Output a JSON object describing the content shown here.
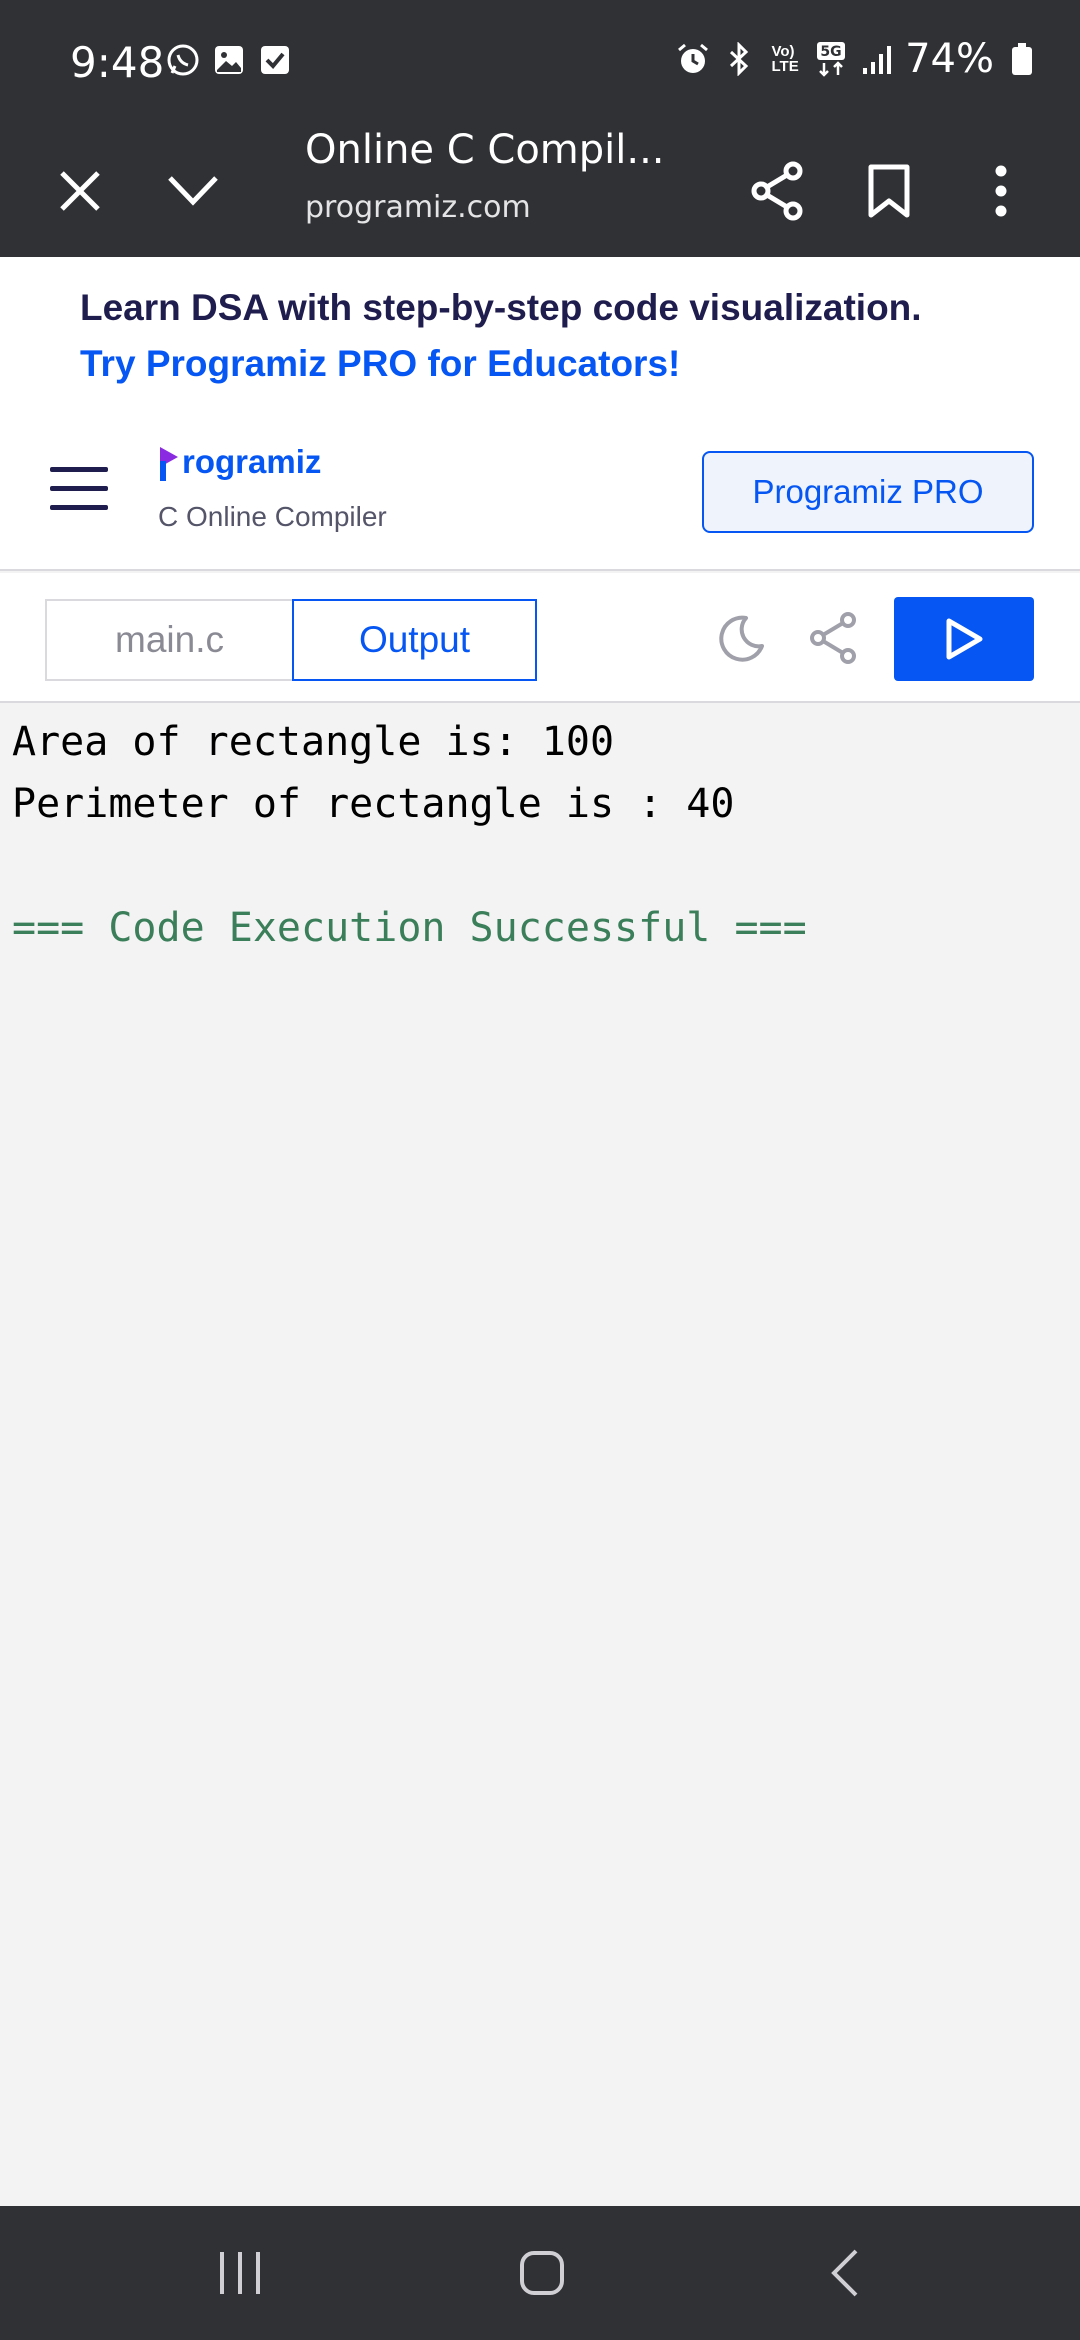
{
  "status_bar": {
    "time": "9:48",
    "battery": "74%",
    "left_icons": [
      "whatsapp-icon",
      "gallery-icon",
      "checkbox-icon"
    ],
    "right_icons": [
      "alarm-icon",
      "bluetooth-icon",
      "volte-icon",
      "5g-icon",
      "signal-icon",
      "battery-icon"
    ]
  },
  "browser": {
    "title": "Online C Compil...",
    "url": "programiz.com"
  },
  "banner": {
    "line1": "Learn DSA with step-by-step code visualization.",
    "line2": "Try Programiz PRO for Educators!"
  },
  "header": {
    "logo_text": "rogramiz",
    "logo_sub": "C Online Compiler",
    "pro_button": "Programiz PRO"
  },
  "tabs": {
    "main": "main.c",
    "output": "Output"
  },
  "output": {
    "lines": [
      "Area of rectangle is: 100",
      "Perimeter of rectangle is : 40",
      "",
      "=== Code Execution Successful ==="
    ]
  },
  "colors": {
    "brand_blue": "#0556f3",
    "dark_navy": "#1f1d4e",
    "success_green": "#3b7f5a",
    "system_bar": "#303134"
  }
}
